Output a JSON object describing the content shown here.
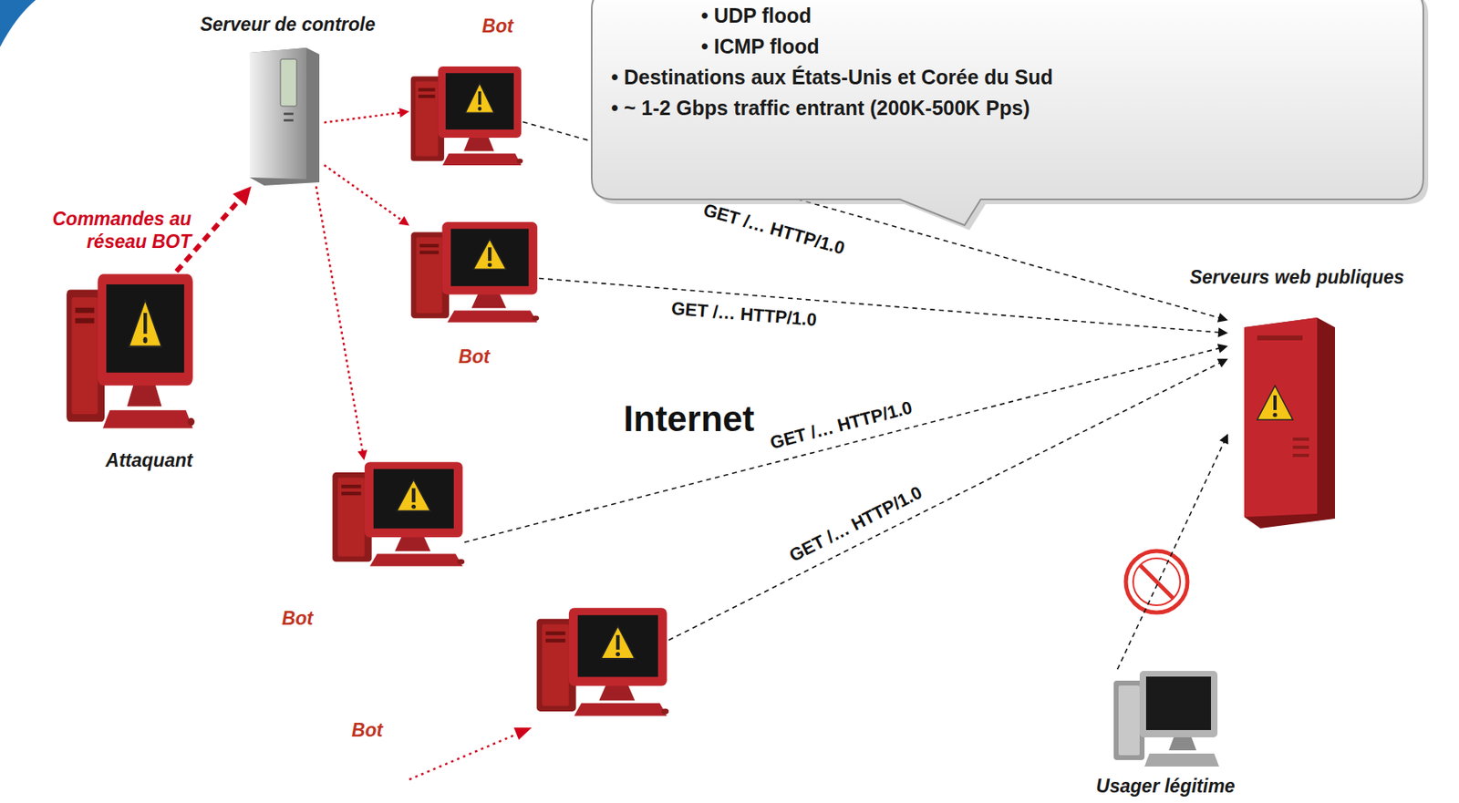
{
  "diagram": {
    "nodes": [
      {
        "text": [
          "Serveur de controle"
        ]
      },
      {
        "text": [
          "Bot"
        ]
      },
      {
        "text": [
          "• UDP flood",
          "• ICMP flood",
          "• Destinations aux États-Unis et Corée du Sud",
          "• ~ 1-2 Gbps traffic entrant (200K-500K Pps)"
        ]
      },
      {
        "text": [
          "Bot"
        ]
      },
      {
        "text": [
          "Attaquant"
        ]
      },
      {
        "text": [
          "Serveurs web publiques"
        ]
      },
      {
        "text": [
          "Bot"
        ]
      },
      {
        "text": [
          "Bot"
        ]
      },
      {
        "text": [
          "Usager légitime"
        ]
      }
    ],
    "edges": [
      {
        "from": 4,
        "to": 0,
        "arrow": "to"
      },
      {
        "from": 0,
        "to": 1,
        "arrow": "to"
      },
      {
        "from": 0,
        "to": 3,
        "arrow": "to"
      },
      {
        "from": 0,
        "to": 6,
        "arrow": "to"
      },
      {
        "from": 1,
        "to": 5,
        "label": "GET /… HTTP/1.0",
        "arrow": "to"
      },
      {
        "from": 3,
        "to": 5,
        "label": "GET /… HTTP/1.0",
        "arrow": "to"
      },
      {
        "from": 6,
        "to": 5,
        "label": "GET /… HTTP/1.0",
        "arrow": "to"
      },
      {
        "from": 7,
        "to": 5,
        "label": "GET /… HTTP/1.0",
        "arrow": "to"
      },
      {
        "from": 8,
        "to": 5,
        "arrow": "to"
      }
    ],
    "labels": [
      "Commandes au réseau BOT",
      "Internet"
    ]
  }
}
